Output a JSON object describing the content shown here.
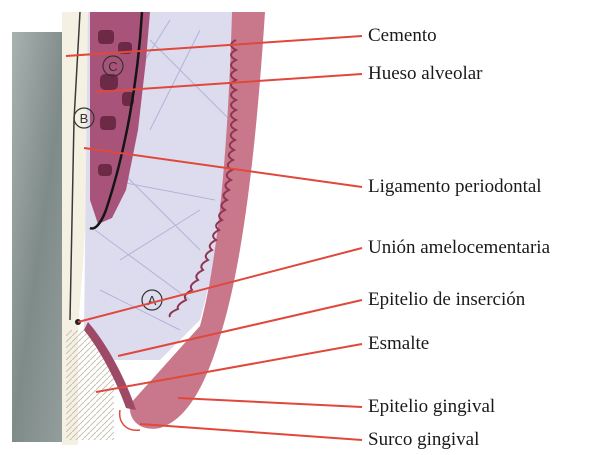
{
  "labels": [
    "Cemento",
    "Hueso alveolar",
    "Ligamento periodontal",
    "Unión amelocementaria",
    "Epitelio de inserción",
    "Esmalte",
    "Epitelio gingival",
    "Surco gingival"
  ],
  "region_markers": [
    "C",
    "B",
    "A"
  ],
  "colors": {
    "leader_line": "#e0483c",
    "gingiva": "#c8768a",
    "gingiva_dark": "#8e3552",
    "bone": "#8c3a5c",
    "ligament": "#d9dcf0",
    "tooth_surface": "#f5f1e4",
    "gray_panel": "#8e9a98"
  }
}
